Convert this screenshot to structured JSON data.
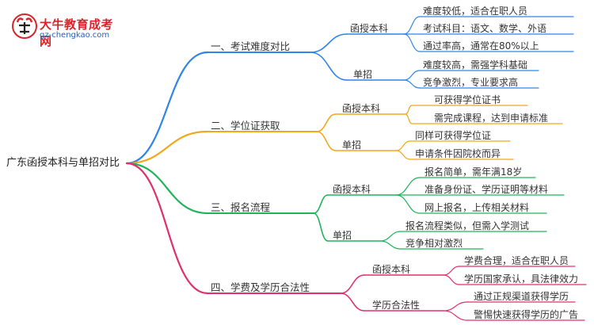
{
  "logo": {
    "name": "大牛教育成考网",
    "url": "gz-chengkao.com"
  },
  "mindmap": {
    "root": "广东函授本科与单招对比",
    "branches": [
      {
        "label": "一、考试难度对比",
        "color": "#2f86e6",
        "groups": [
          {
            "label": "函授本科",
            "items": [
              "难度较低，适合在职人员",
              "考试科目：语文、数学、外语",
              "通过率高，通常在80%以上"
            ]
          },
          {
            "label": "单招",
            "items": [
              "难度较高，需强学科基础",
              "竞争激烈，专业要求高"
            ]
          }
        ]
      },
      {
        "label": "二、学位证获取",
        "color": "#f2a81d",
        "groups": [
          {
            "label": "函授本科",
            "items": [
              "可获得学位证书",
              "需完成课程，达到申请标准"
            ]
          },
          {
            "label": "单招",
            "items": [
              "同样可获得学位证",
              "申请条件因院校而异"
            ]
          }
        ]
      },
      {
        "label": "三、报名流程",
        "color": "#1fb35a",
        "groups": [
          {
            "label": "函授本科",
            "items": [
              "报名简单，需年满18岁",
              "准备身份证、学历证明等材料",
              "网上报名，上传相关材料"
            ]
          },
          {
            "label": "单招",
            "items": [
              "报名流程类似，但需入学测试",
              "竞争相对激烈"
            ]
          }
        ]
      },
      {
        "label": "四、学费及学历合法性",
        "color": "#e0306a",
        "groups": [
          {
            "label": "函授本科",
            "items": [
              "学费合理，适合在职人员",
              "学历国家承认，具法律效力"
            ]
          },
          {
            "label": "学历合法性",
            "items": [
              "通过正规渠道获得学历",
              "警惕快速获得学历的广告"
            ]
          }
        ]
      }
    ]
  }
}
